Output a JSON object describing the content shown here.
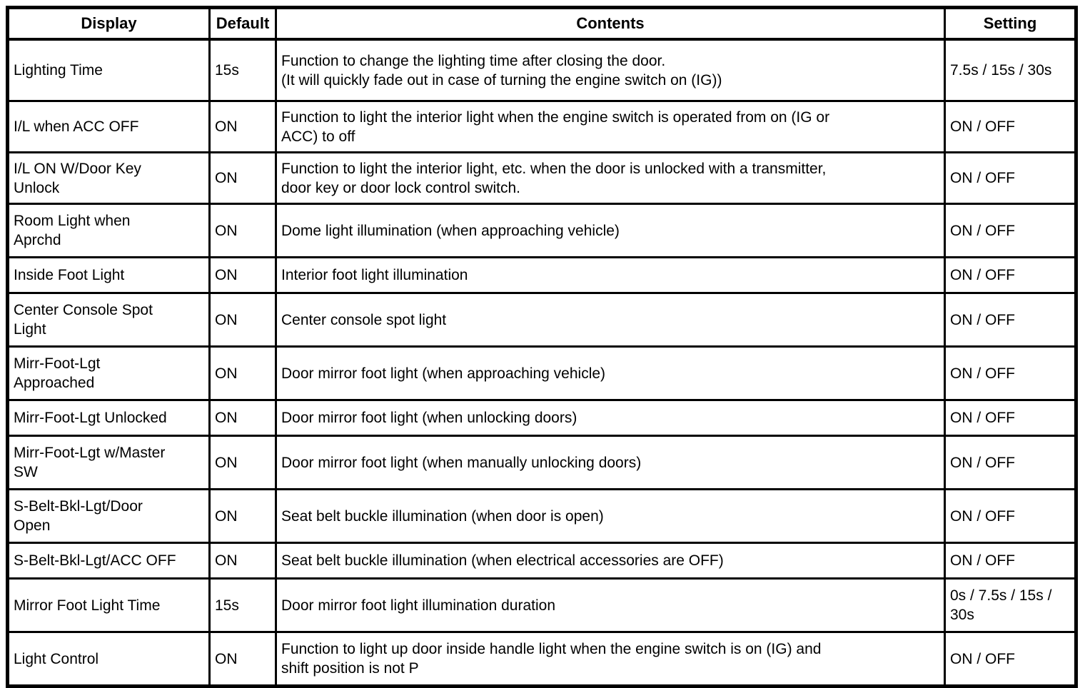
{
  "table": {
    "headers": {
      "display": "Display",
      "default": "Default",
      "contents": "Contents",
      "setting": "Setting"
    },
    "rows": [
      {
        "display": "Lighting Time",
        "default": "15s",
        "contents": "Function to change the lighting time after closing the door.\n(It will quickly fade out in case of turning the engine switch on (IG))",
        "setting": "7.5s / 15s / 30s"
      },
      {
        "display": "I/L when ACC OFF",
        "default": "ON",
        "contents": "Function to light the interior light when the engine switch is operated from on (IG or\nACC) to off",
        "setting": "ON / OFF"
      },
      {
        "display": "I/L ON W/Door Key\nUnlock",
        "default": "ON",
        "contents": "Function to light the interior light, etc. when the door is unlocked with a transmitter,\ndoor key or door lock control switch.",
        "setting": "ON / OFF"
      },
      {
        "display": "Room Light when\nAprchd",
        "default": "ON",
        "contents": "Dome light illumination (when approaching vehicle)",
        "setting": "ON / OFF"
      },
      {
        "display": "Inside Foot Light",
        "default": "ON",
        "contents": "Interior foot light illumination",
        "setting": "ON / OFF"
      },
      {
        "display": "Center Console Spot\nLight",
        "default": "ON",
        "contents": "Center console spot light",
        "setting": "ON / OFF"
      },
      {
        "display": "Mirr-Foot-Lgt\nApproached",
        "default": "ON",
        "contents": "Door mirror foot light (when approaching vehicle)",
        "setting": "ON / OFF"
      },
      {
        "display": "Mirr-Foot-Lgt Unlocked",
        "default": "ON",
        "contents": "Door mirror foot light (when unlocking doors)",
        "setting": "ON / OFF"
      },
      {
        "display": "Mirr-Foot-Lgt w/Master\nSW",
        "default": "ON",
        "contents": "Door mirror foot light (when manually unlocking doors)",
        "setting": "ON / OFF"
      },
      {
        "display": "S-Belt-Bkl-Lgt/Door\nOpen",
        "default": "ON",
        "contents": "Seat belt buckle illumination (when door is open)",
        "setting": "ON / OFF"
      },
      {
        "display": "S-Belt-Bkl-Lgt/ACC OFF",
        "default": "ON",
        "contents": "Seat belt buckle illumination (when electrical accessories are OFF)",
        "setting": "ON / OFF"
      },
      {
        "display": "Mirror Foot Light Time",
        "default": "15s",
        "contents": "Door mirror foot light illumination duration",
        "setting": "0s / 7.5s / 15s /\n30s"
      },
      {
        "display": "Light Control",
        "default": "ON",
        "contents": "Function to light up door inside handle light when the engine switch is on (IG) and\nshift position is not P",
        "setting": "ON / OFF"
      }
    ]
  }
}
